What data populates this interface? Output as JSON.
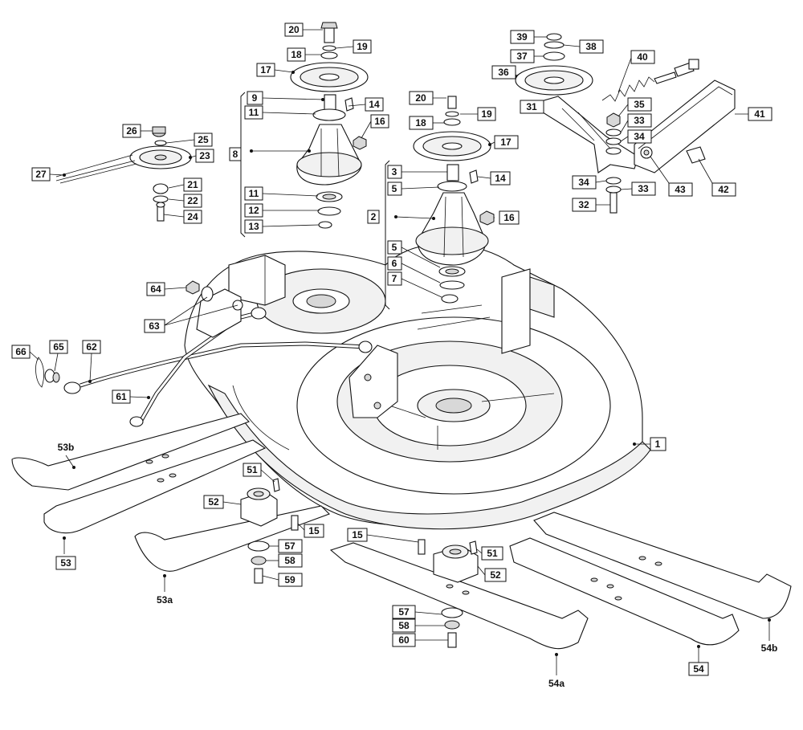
{
  "diagram": {
    "callouts": [
      {
        "id": "c20a",
        "label": "20"
      },
      {
        "id": "c19a",
        "label": "19"
      },
      {
        "id": "c18a",
        "label": "18"
      },
      {
        "id": "c17a",
        "label": "17"
      },
      {
        "id": "c9",
        "label": "9"
      },
      {
        "id": "c14a",
        "label": "14"
      },
      {
        "id": "c11a",
        "label": "11"
      },
      {
        "id": "c16a",
        "label": "16"
      },
      {
        "id": "c8",
        "label": "8"
      },
      {
        "id": "c11b",
        "label": "11"
      },
      {
        "id": "c12",
        "label": "12"
      },
      {
        "id": "c13",
        "label": "13"
      },
      {
        "id": "c26",
        "label": "26"
      },
      {
        "id": "c25",
        "label": "25"
      },
      {
        "id": "c23",
        "label": "23"
      },
      {
        "id": "c27",
        "label": "27"
      },
      {
        "id": "c21",
        "label": "21"
      },
      {
        "id": "c22",
        "label": "22"
      },
      {
        "id": "c24",
        "label": "24"
      },
      {
        "id": "c20b",
        "label": "20"
      },
      {
        "id": "c19b",
        "label": "19"
      },
      {
        "id": "c18b",
        "label": "18"
      },
      {
        "id": "c17b",
        "label": "17"
      },
      {
        "id": "c3",
        "label": "3"
      },
      {
        "id": "c14b",
        "label": "14"
      },
      {
        "id": "c5a",
        "label": "5"
      },
      {
        "id": "c2",
        "label": "2"
      },
      {
        "id": "c16b",
        "label": "16"
      },
      {
        "id": "c5b",
        "label": "5"
      },
      {
        "id": "c6",
        "label": "6"
      },
      {
        "id": "c7",
        "label": "7"
      },
      {
        "id": "c39",
        "label": "39"
      },
      {
        "id": "c38",
        "label": "38"
      },
      {
        "id": "c37",
        "label": "37"
      },
      {
        "id": "c40",
        "label": "40"
      },
      {
        "id": "c36",
        "label": "36"
      },
      {
        "id": "c31",
        "label": "31"
      },
      {
        "id": "c35",
        "label": "35"
      },
      {
        "id": "c33a",
        "label": "33"
      },
      {
        "id": "c34a",
        "label": "34"
      },
      {
        "id": "c41",
        "label": "41"
      },
      {
        "id": "c34b",
        "label": "34"
      },
      {
        "id": "c33b",
        "label": "33"
      },
      {
        "id": "c43",
        "label": "43"
      },
      {
        "id": "c42",
        "label": "42"
      },
      {
        "id": "c32",
        "label": "32"
      },
      {
        "id": "c64",
        "label": "64"
      },
      {
        "id": "c63",
        "label": "63"
      },
      {
        "id": "c66",
        "label": "66"
      },
      {
        "id": "c65",
        "label": "65"
      },
      {
        "id": "c62",
        "label": "62"
      },
      {
        "id": "c61",
        "label": "61"
      },
      {
        "id": "c1",
        "label": "1"
      },
      {
        "id": "c51a",
        "label": "51"
      },
      {
        "id": "c52a",
        "label": "52"
      },
      {
        "id": "c15a",
        "label": "15"
      },
      {
        "id": "c57a",
        "label": "57"
      },
      {
        "id": "c58a",
        "label": "58"
      },
      {
        "id": "c59",
        "label": "59"
      },
      {
        "id": "c53",
        "label": "53"
      },
      {
        "id": "c15b",
        "label": "15"
      },
      {
        "id": "c51b",
        "label": "51"
      },
      {
        "id": "c52b",
        "label": "52"
      },
      {
        "id": "c57b",
        "label": "57"
      },
      {
        "id": "c58b",
        "label": "58"
      },
      {
        "id": "c60",
        "label": "60"
      },
      {
        "id": "c54",
        "label": "54"
      }
    ],
    "plain_labels": [
      {
        "id": "p53b",
        "label": "53b"
      },
      {
        "id": "p53a",
        "label": "53a"
      },
      {
        "id": "p54a",
        "label": "54a"
      },
      {
        "id": "p54b",
        "label": "54b"
      }
    ]
  }
}
